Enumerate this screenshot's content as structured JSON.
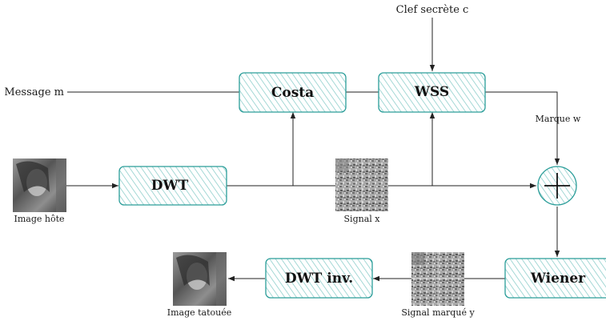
{
  "labels": {
    "key": "Clef secrète c",
    "message": "Message m",
    "mark": "Marque w",
    "host_image": "Image hôte",
    "signal_x": "Signal x",
    "signal_marked": "Signal marqué y",
    "watermarked_image": "Image tatouée"
  },
  "blocks": {
    "costa": "Costa",
    "wss": "WSS",
    "dwt": "DWT",
    "dwt_inv": "DWT inv.",
    "wiener": "Wiener"
  },
  "adder_symbol": "+",
  "colors": {
    "block_border": "#2a9d99",
    "block_hatch": "#7fc8c5",
    "line": "#222222",
    "image_dark": "#3a3a3a",
    "image_light": "#bdbdbd"
  }
}
